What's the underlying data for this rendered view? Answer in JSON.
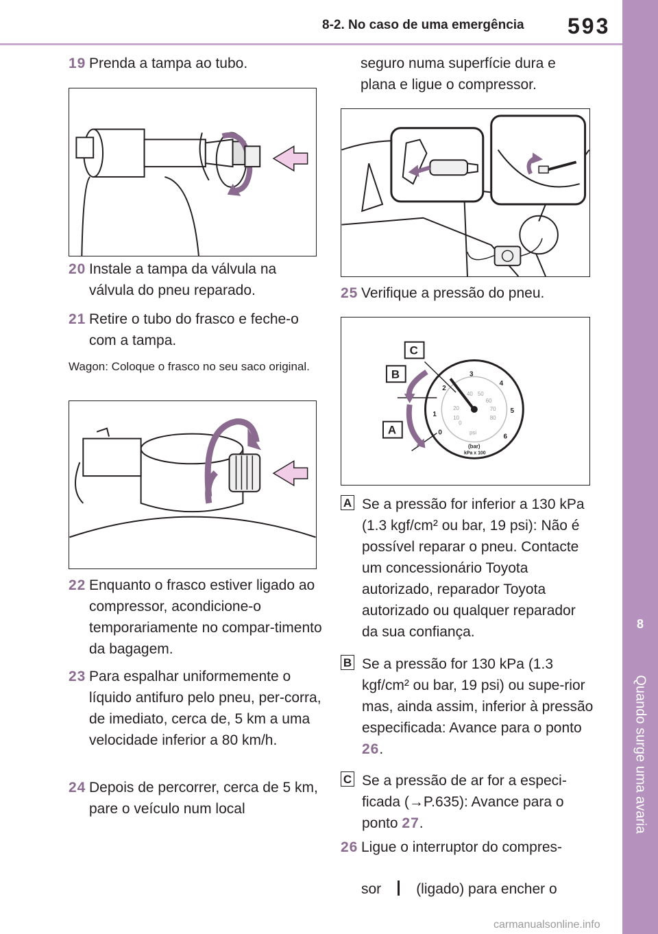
{
  "header": {
    "section_title": "8-2. No caso de uma emergência",
    "page_number": "593",
    "chapter_number": "8",
    "chapter_title": "Quando surge uma avaria"
  },
  "steps": [
    {
      "num": "19",
      "text": "Prenda a tampa ao tubo."
    },
    {
      "num": "20",
      "text": "Instale a tampa da válvula na válvula do pneu reparado."
    },
    {
      "num": "21",
      "text": "Retire o tubo do frasco e feche-o com a tampa."
    },
    {
      "num": "22",
      "text": "Enquanto o frasco estiver ligado ao compressor, acondicione-o temporariamente no compar-timento da bagagem."
    },
    {
      "num": "23",
      "text": "Para espalhar uniformemente o líquido antifuro pelo pneu, per-corra, de imediato, cerca de, 5 km a uma velocidade inferior a 80 km/h."
    },
    {
      "num": "24",
      "text": "Depois de percorrer, cerca de 5 km, pare o veículo num local"
    },
    {
      "num": "25",
      "text": "Verifique a pressão do pneu."
    },
    {
      "num": "26",
      "text": "Ligue o interruptor do compres-"
    }
  ],
  "step24_cont": "seguro numa superfície dura e plana e ligue o compressor.",
  "wagon_note": "Wagon: Coloque o frasco no seu saco original.",
  "step26_cont": {
    "pre": "sor",
    "post": "(ligado) para encher o"
  },
  "pressure_items": [
    {
      "label": "A",
      "text": "Se a pressão for inferior a 130 kPa (1.3 kgf/cm² ou bar, 19 psi): Não é possível reparar o pneu. Contacte um concessionário Toyota autorizado, reparador Toyota autorizado ou qualquer reparador da sua confiança."
    },
    {
      "label": "B",
      "pre": "Se a pressão for 130 kPa (1.3 kgf/cm² ou bar, 19 psi) ou supe-rior mas, ainda assim, inferior à pressão especificada: Avance para o ponto",
      "ref": "26",
      "post": "."
    },
    {
      "label": "C",
      "pre": "Se a pressão de ar for a especi-ficada (→P.635): Avance para o ponto",
      "ref": "27",
      "post": "."
    }
  ],
  "gauge": {
    "bar_ticks": [
      "0",
      "1",
      "2",
      "3",
      "4",
      "5",
      "6"
    ],
    "kpa_ticks": [
      "0",
      "10",
      "20",
      "40",
      "50",
      "60",
      "70",
      "80"
    ],
    "unit_psi": "psi",
    "unit_bar": "(bar)",
    "unit_kpa": "kPa x 100",
    "zone_labels": [
      "A",
      "B",
      "C"
    ]
  },
  "watermark": "carmanualsonline.info"
}
